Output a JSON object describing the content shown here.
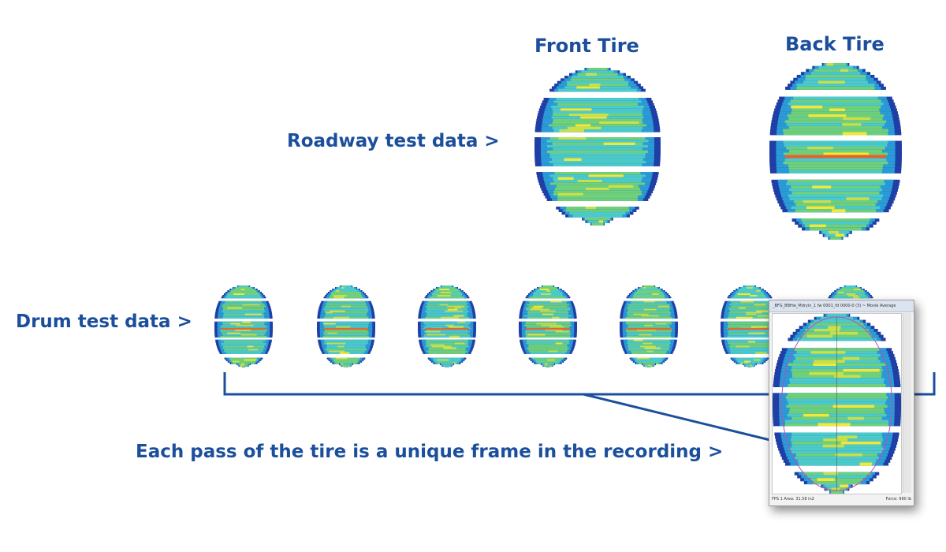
{
  "labels": {
    "front_tire": "Front Tire",
    "back_tire": "Back Tire",
    "roadway": "Roadway test data >",
    "drum": "Drum test data >",
    "pass": "Each pass of the tire is a unique frame in the recording >"
  },
  "window": {
    "title": "_BFG_BBHw_Mdryin_1 fw 0001_fd 0000-0 (3) ~ Movie Average",
    "status_left": "FPS 1  Area: 31.58 in2",
    "status_right": "Force: 980 lb"
  },
  "colors": {
    "text": "#1b4f9c",
    "connector": "#1b4f9c",
    "pressure_scale": [
      "#1f3fa6",
      "#2a9bd6",
      "#4cc9c9",
      "#6fcf7a",
      "#c8e04a",
      "#f2e836",
      "#e8612c"
    ]
  }
}
